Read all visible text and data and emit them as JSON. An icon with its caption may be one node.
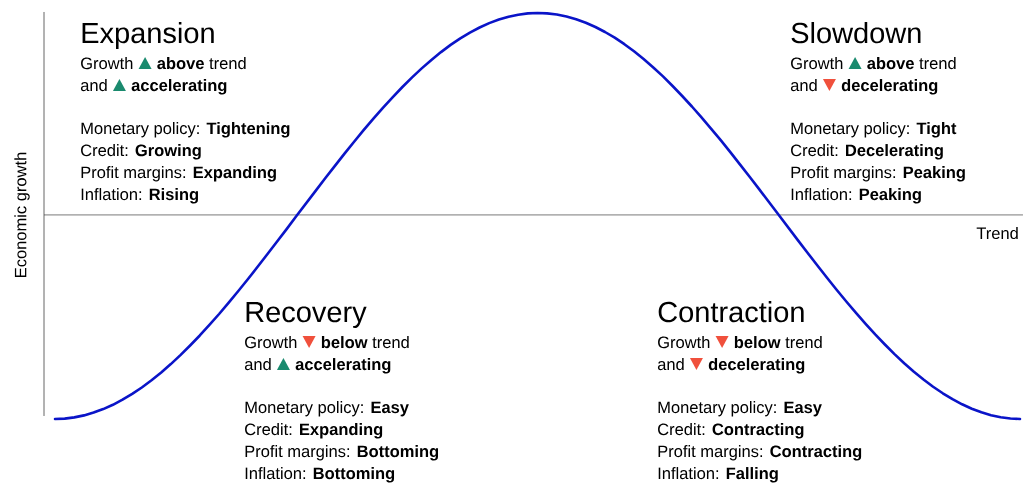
{
  "diagram": {
    "labels": [
      "Economic growth",
      "Expansion",
      "Growth",
      "**above** trend",
      "and",
      "accelerating",
      "Monetary policy: **Tightening**",
      "Credit: **Growing**",
      "Profit margins: **Expanding**",
      "Inflation: **Rising**",
      "Slowdown",
      "Growth",
      "**above** trend",
      "and",
      "decelerating",
      "Monetary policy: **Tight**",
      "Credit: **Decelerating**",
      "Profit margins: **Peaking**",
      "Inflation: **Peaking**",
      "Trend",
      "Recovery",
      "Growth",
      "**below** trend",
      "and",
      "accelerating",
      "Monetary policy: **Easy**",
      "Credit: **Expanding**",
      "Profit margins: **Bottoming**",
      "Inflation: **Bottoming**",
      "Contraction",
      "Growth",
      "**below** trend",
      "and",
      "decelerating",
      "Monetary policy: **Easy**",
      "Credit: **Contracting**",
      "Profit margins: **Contracting**",
      "Inflation: **Falling**"
    ]
  }
}
